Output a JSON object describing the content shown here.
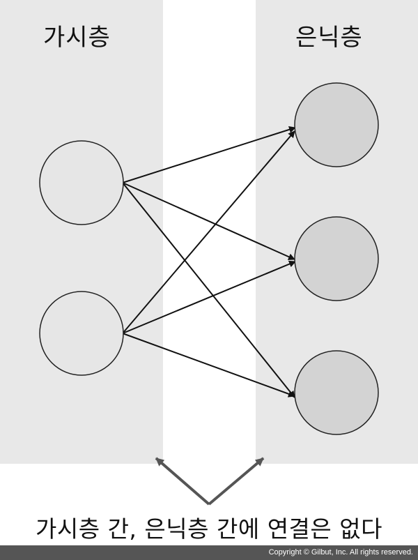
{
  "diagram": {
    "visible_layer_title": "가시층",
    "hidden_layer_title": "은닉층",
    "visible_nodes": [
      "visible-unit-1",
      "visible-unit-2"
    ],
    "hidden_nodes": [
      "hidden-unit-1",
      "hidden-unit-2",
      "hidden-unit-3"
    ],
    "connections": "fully-connected visible-to-hidden",
    "colors": {
      "panel": "#e8e8e8",
      "visible_node_fill": "#e6e6e6",
      "hidden_node_fill": "#d3d3d3",
      "stroke": "#111111",
      "pointer_arrow": "#555555",
      "footer_bar": "#555555"
    }
  },
  "caption": "가시층 간, 은닉층 간에 연결은 없다",
  "copyright": "Copyright © Gilbut, Inc. All rights reserved."
}
